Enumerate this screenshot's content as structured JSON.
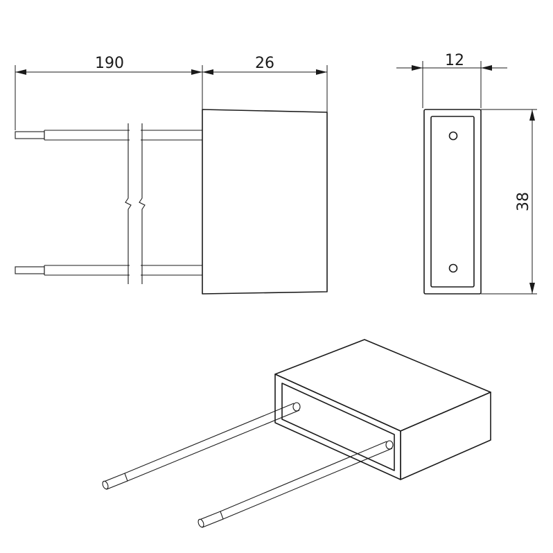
{
  "dimensions": {
    "lead_length": "190",
    "body_length": "26",
    "body_thickness": "12",
    "body_height": "38"
  },
  "colors": {
    "line": "#1a1a1a",
    "background": "#ffffff"
  }
}
